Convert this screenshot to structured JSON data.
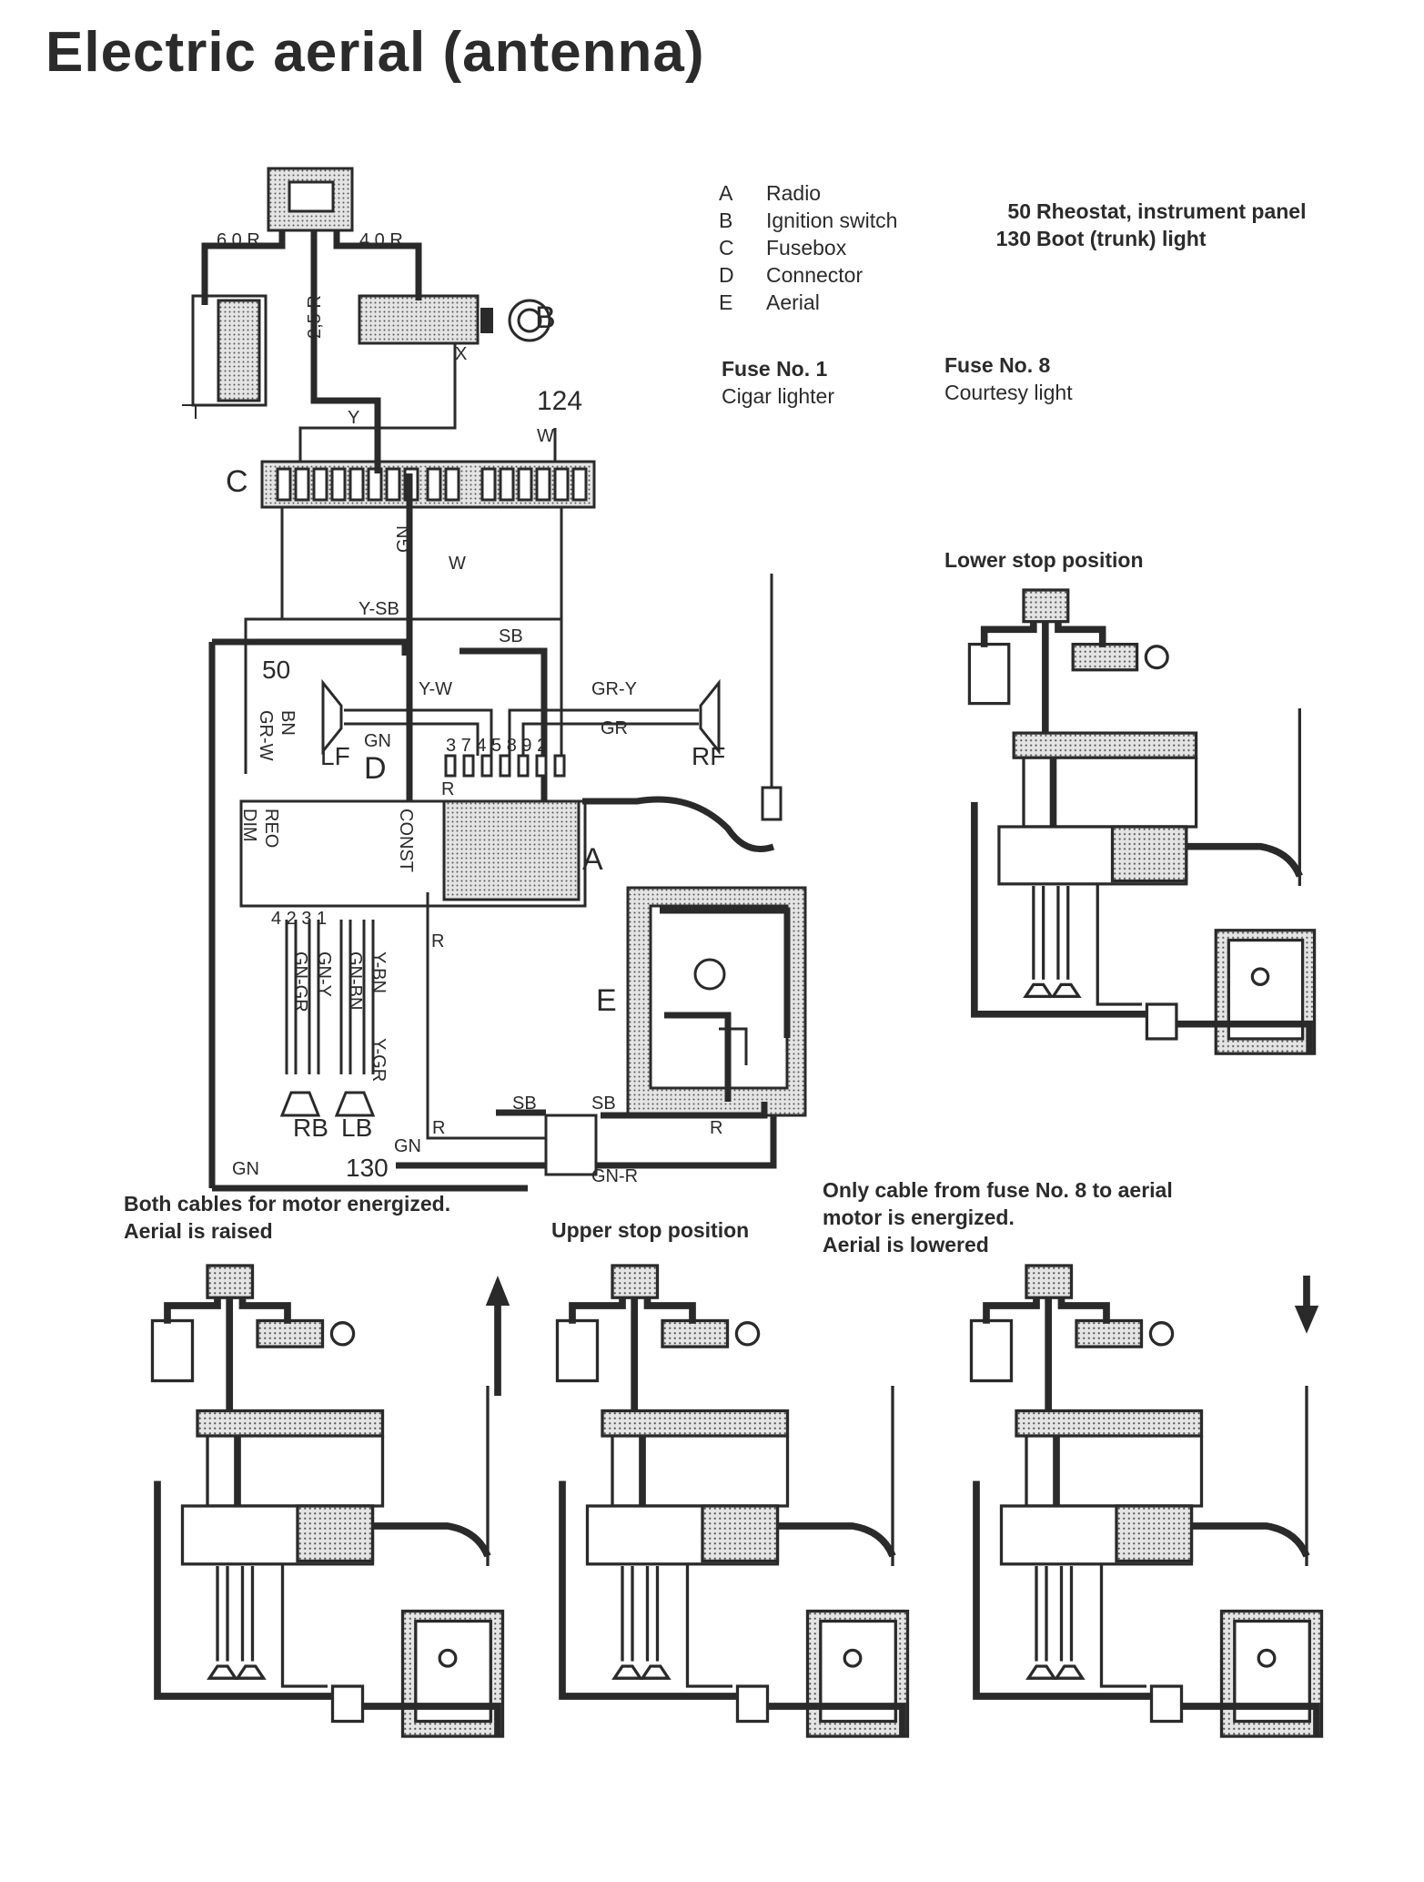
{
  "title": "Electric aerial (antenna)",
  "legend": {
    "items": [
      {
        "key": "A",
        "label": "Radio"
      },
      {
        "key": "B",
        "label": "Ignition switch"
      },
      {
        "key": "C",
        "label": "Fusebox"
      },
      {
        "key": "D",
        "label": "Connector"
      },
      {
        "key": "E",
        "label": "Aerial"
      }
    ],
    "extra": [
      {
        "key": "50",
        "label": "Rheostat, instrument panel"
      },
      {
        "key": "130",
        "label": "Boot (trunk) light"
      }
    ],
    "fuses": [
      {
        "title": "Fuse No. 1",
        "label": "Cigar lighter"
      },
      {
        "title": "Fuse No. 8",
        "label": "Courtesy light"
      }
    ]
  },
  "captions": {
    "lower_stop": "Lower stop position",
    "raised_1": "Both cables for motor energized.",
    "raised_2": "Aerial is raised",
    "upper_stop": "Upper stop position",
    "lowered_1": "Only cable from fuse No. 8 to aerial",
    "lowered_2": "motor is energized.",
    "lowered_3": "Aerial is lowered"
  },
  "diagram_labels": {
    "A": "A",
    "B": "B",
    "C": "C",
    "D": "D",
    "E": "E",
    "n124": "124",
    "n50": "50",
    "n130": "130",
    "LF": "LF",
    "RF": "RF",
    "RB": "RB",
    "LB": "LB",
    "w60R": "6,0 R",
    "w40R": "4,0 R",
    "w25R": "2,5 R",
    "Y": "Y",
    "W": "W",
    "GN": "GN",
    "YSB": "Y-SB",
    "SB": "SB",
    "YW": "Y-W",
    "GRY": "GR-Y",
    "GR": "GR",
    "R": "R",
    "GNR": "GN-R",
    "GRW": "GR-W",
    "BN": "BN",
    "DIM": "DIM",
    "REO": "REO",
    "CONST": "CONST",
    "X": "X",
    "pins_left": "4 2 3 1",
    "pins_radio": "3 7 4 5 8 9 2",
    "GNGR": "GN-GR",
    "GNY": "GN-Y",
    "GNBN": "GN-BN",
    "YBN": "Y-BN",
    "YGR": "Y-GR"
  }
}
